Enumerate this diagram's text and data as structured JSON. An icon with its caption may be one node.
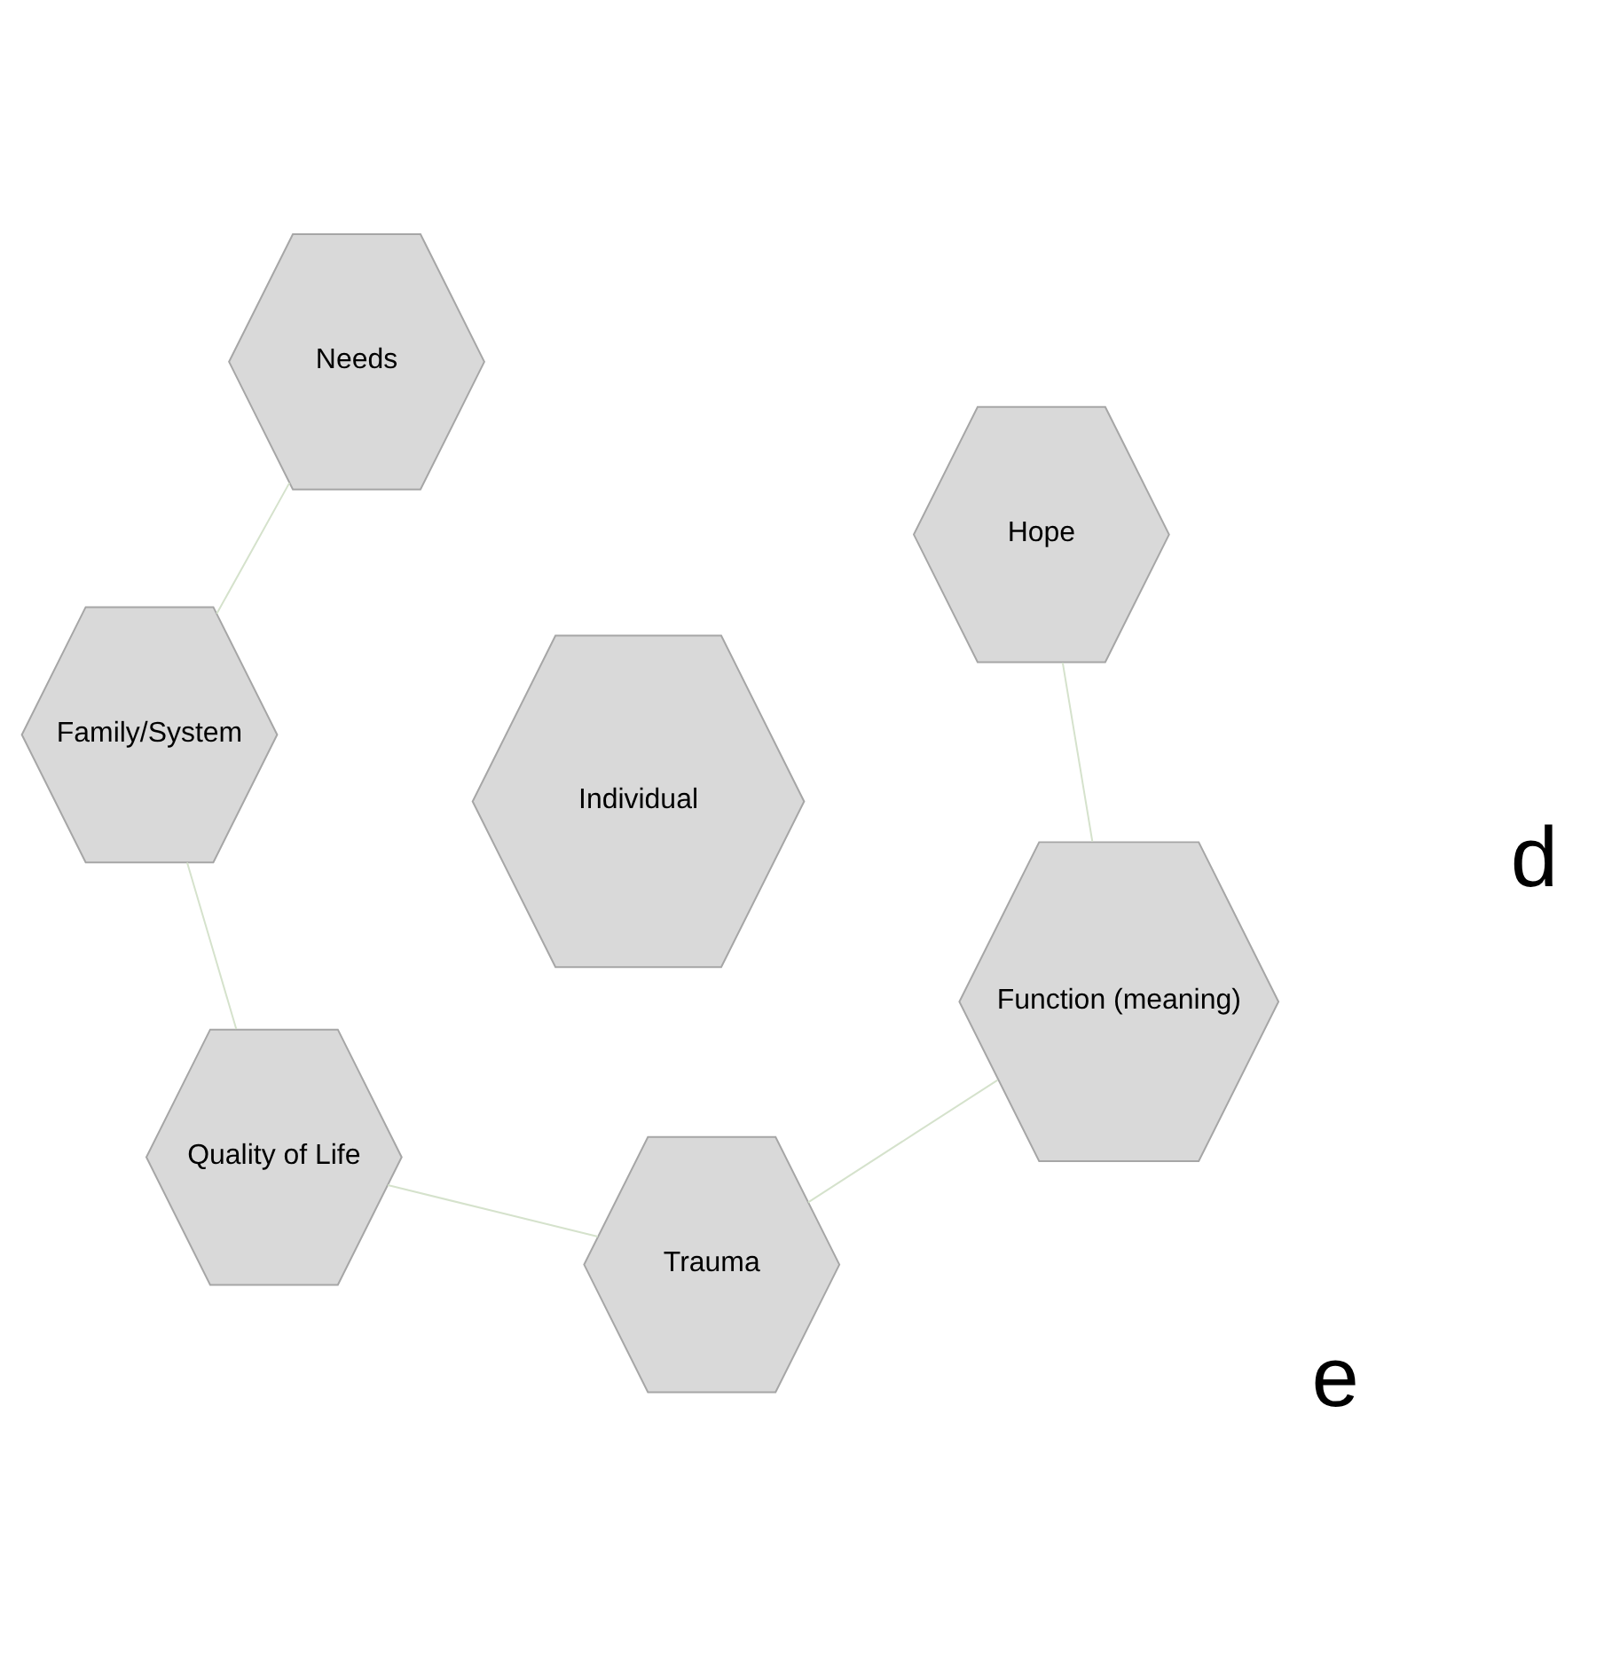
{
  "diagram": {
    "nodes": [
      {
        "text": [
          "Needs"
        ]
      },
      {
        "text": [
          "Hope"
        ]
      },
      {
        "text": [
          "Family/System"
        ]
      },
      {
        "text": [
          "Individual"
        ]
      },
      {
        "text": [
          "Function (meaning)"
        ]
      },
      {
        "text": [
          "Quality of Life"
        ]
      },
      {
        "text": [
          "Trauma"
        ]
      }
    ],
    "edges": [
      {
        "from": 0,
        "to": 2,
        "arrow": "none",
        "color": "#d5e2cc"
      },
      {
        "from": 2,
        "to": 5,
        "arrow": "none",
        "color": "#d5e2cc"
      },
      {
        "from": 5,
        "to": 6,
        "arrow": "none",
        "color": "#d5e2cc"
      },
      {
        "from": 6,
        "to": 4,
        "arrow": "none",
        "color": "#d5e2cc"
      },
      {
        "from": 4,
        "to": 1,
        "arrow": "none",
        "color": "#d5e2cc"
      }
    ],
    "labels": [
      "d",
      "e"
    ]
  }
}
